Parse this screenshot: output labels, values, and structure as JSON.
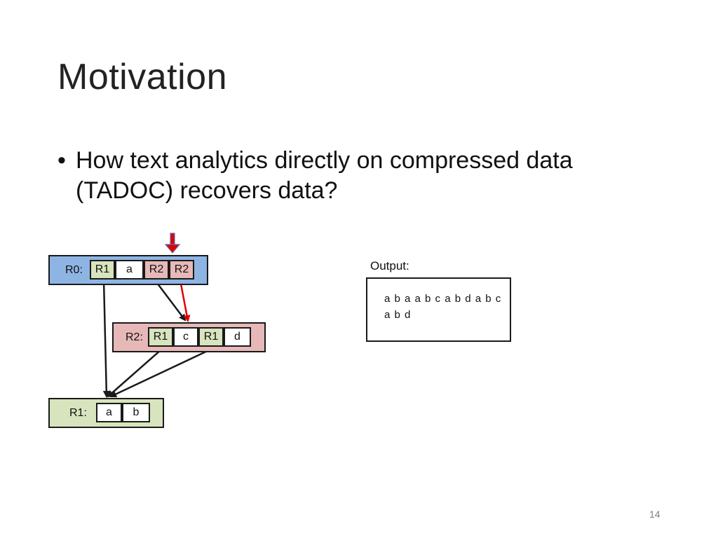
{
  "slide": {
    "title": "Motivation",
    "bullet": "How text analytics directly on compressed data (TADOC) recovers data?",
    "page_number": "14"
  },
  "diagram": {
    "rules": [
      {
        "label": "R0:",
        "cells": [
          "R1",
          "a",
          "R2",
          "R2"
        ]
      },
      {
        "label": "R2:",
        "cells": [
          "R1",
          "c",
          "R1",
          "d"
        ]
      },
      {
        "label": "R1:",
        "cells": [
          "a",
          "b"
        ]
      }
    ],
    "output": {
      "label": "Output:",
      "lines": [
        "a b a a b c a b d a b c",
        "a b d"
      ]
    }
  },
  "colors": {
    "r0_fill": "#8eb4e3",
    "r2_fill": "#e6b9b8",
    "r1_fill": "#d7e4bd",
    "highlight_arrow": "#e00000",
    "pointer_arrow": "#e00000"
  }
}
